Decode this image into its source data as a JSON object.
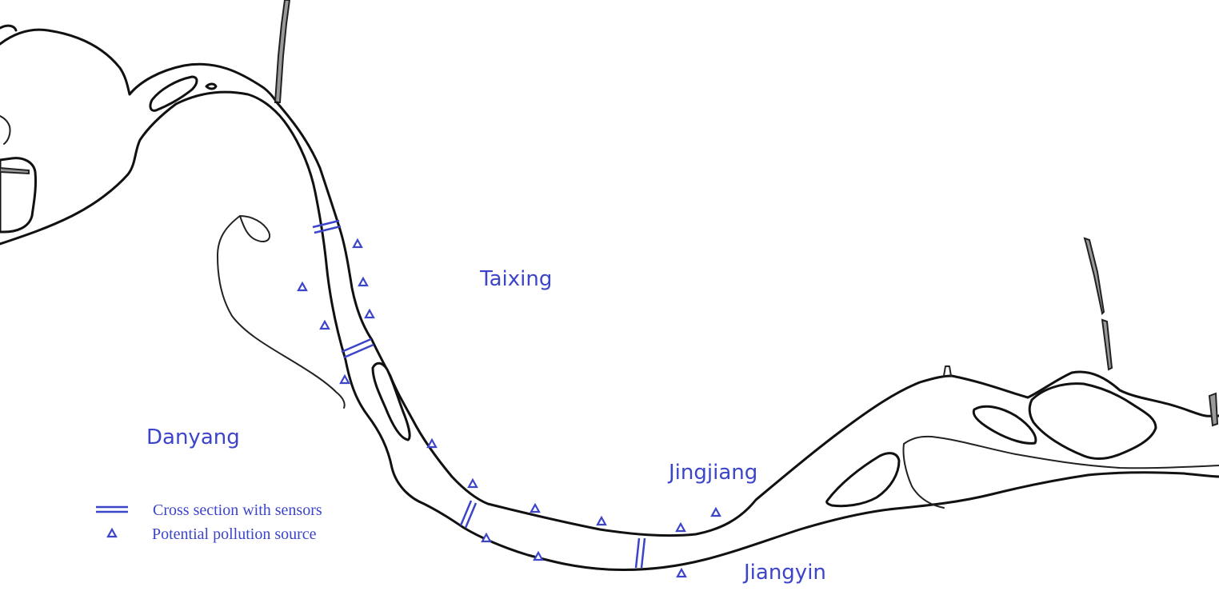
{
  "map": {
    "places": {
      "taixing": "Taixing",
      "danyang": "Danyang",
      "jingjiang": "Jingjiang",
      "jiangyin": "Jiangyin"
    },
    "legend": {
      "cross_section": "Cross section with sensors",
      "pollution_source": "Potential pollution source"
    },
    "colors": {
      "symbol": "#3c45c9",
      "shoreline": "#111111",
      "background": "#ffffff"
    },
    "counts": {
      "cross_sections": 4,
      "pollution_sources": 15
    }
  }
}
